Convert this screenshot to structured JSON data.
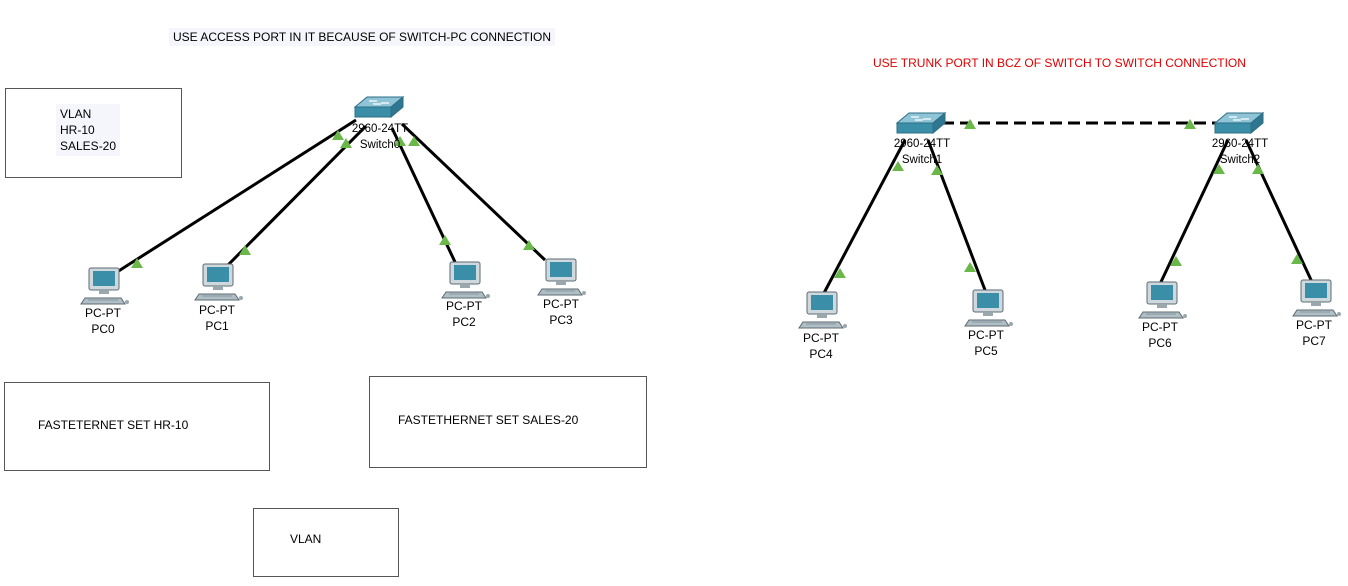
{
  "notes": {
    "access_port": "USE ACCESS PORT IN IT BECAUSE OF SWITCH-PC CONNECTION",
    "trunk_port": "USE TRUNK PORT IN BCZ OF SWITCH TO SWITCH CONNECTION",
    "vlan_list": [
      "VLAN",
      "HR-10",
      "SALES-20"
    ],
    "fast_hr": "FASTETERNET SET HR-10",
    "fast_sales": "FASTETHERNET SET SALES-20",
    "vlan": "VLAN"
  },
  "colors": {
    "trunk_note": "#e00000",
    "link_up": "#6ab74a",
    "device": "#3b8ea8"
  },
  "switches": [
    {
      "id": "switch0",
      "model": "2960-24TT",
      "name": "Switch0"
    },
    {
      "id": "switch1",
      "model": "2960-24TT",
      "name": "Switch1"
    },
    {
      "id": "switch2",
      "model": "2960-24TT",
      "name": "Switch2"
    }
  ],
  "pcs": [
    {
      "id": "pc0",
      "model": "PC-PT",
      "name": "PC0"
    },
    {
      "id": "pc1",
      "model": "PC-PT",
      "name": "PC1"
    },
    {
      "id": "pc2",
      "model": "PC-PT",
      "name": "PC2"
    },
    {
      "id": "pc3",
      "model": "PC-PT",
      "name": "PC3"
    },
    {
      "id": "pc4",
      "model": "PC-PT",
      "name": "PC4"
    },
    {
      "id": "pc5",
      "model": "PC-PT",
      "name": "PC5"
    },
    {
      "id": "pc6",
      "model": "PC-PT",
      "name": "PC6"
    },
    {
      "id": "pc7",
      "model": "PC-PT",
      "name": "PC7"
    }
  ]
}
